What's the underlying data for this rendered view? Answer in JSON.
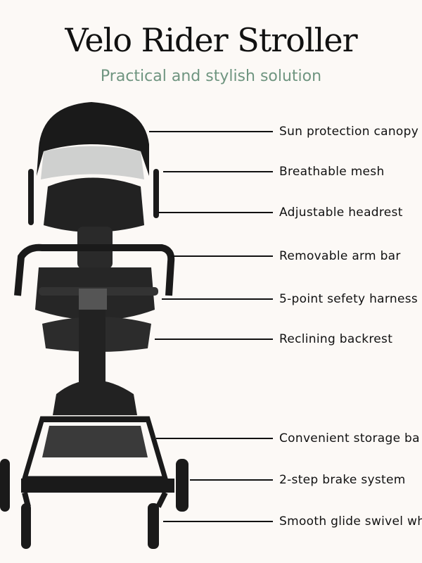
{
  "header": {
    "title": "Velo Rider Stroller",
    "subtitle": "Practical and stylish solution"
  },
  "features": [
    {
      "label": "Sun protection canopy"
    },
    {
      "label": "Breathable mesh"
    },
    {
      "label": "Adjustable headrest"
    },
    {
      "label": "Removable arm bar"
    },
    {
      "label": "5-point sefety harness"
    },
    {
      "label": "Reclining backrest"
    },
    {
      "label": "Convenient storage ba"
    },
    {
      "label": "2-step brake system"
    },
    {
      "label": "Smooth glide swivel wh"
    }
  ],
  "colors": {
    "background": "#fcf9f6",
    "accent": "#6f9580",
    "text": "#111111"
  }
}
